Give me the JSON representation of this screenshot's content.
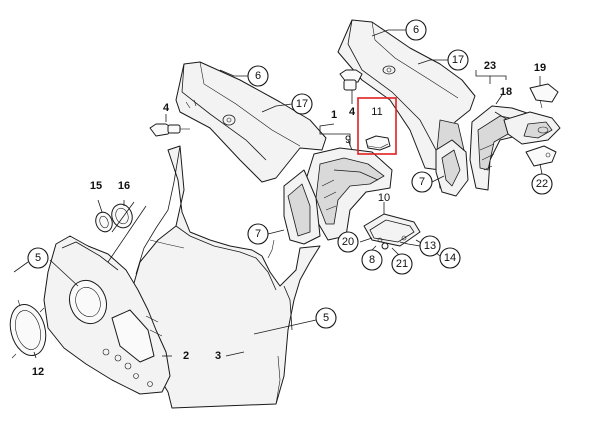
{
  "highlight_color": "#e02020",
  "callouts": {
    "c6_right": "6",
    "c17_right": "17",
    "c23": "23",
    "c19": "19",
    "c18": "18",
    "c6_left": "6",
    "c17_left": "17",
    "c1": "1",
    "c4_left": "4",
    "c4_mid": "4",
    "c11": "11",
    "c9": "9",
    "c7_right": "7",
    "c22": "22",
    "c15": "15",
    "c16": "16",
    "c10": "10",
    "c7_left": "7",
    "c20": "20",
    "c13": "13",
    "c8": "8",
    "c21": "21",
    "c14": "14",
    "c5_left": "5",
    "c5_right": "5",
    "c2": "2",
    "c3": "3",
    "c12": "12"
  }
}
